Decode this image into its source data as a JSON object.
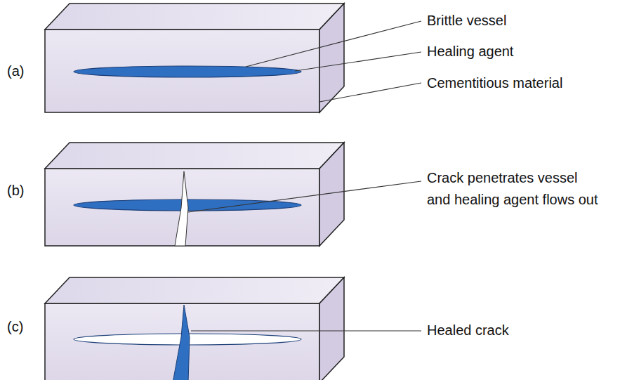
{
  "diagram": {
    "labels": [
      "(a)",
      "Brittle vessel",
      "Healing agent",
      "Cementitious material",
      "(b)",
      "Crack penetrates vessel and healing agent flows out",
      "(c)",
      "Healed crack"
    ]
  }
}
